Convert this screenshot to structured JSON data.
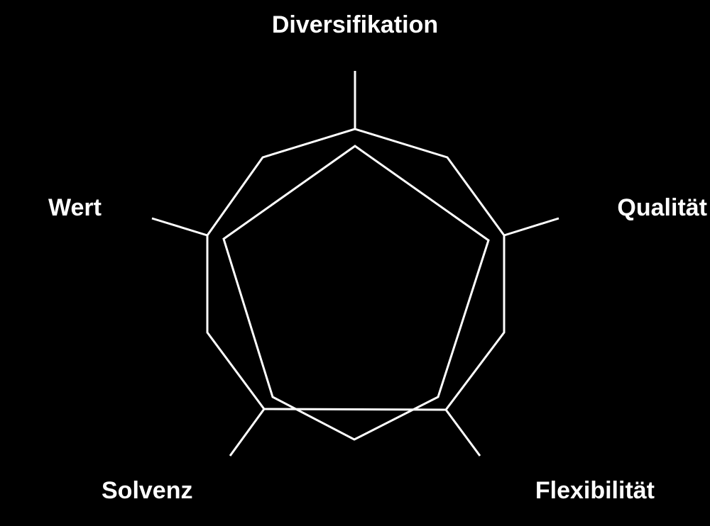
{
  "chart_data": {
    "type": "radar",
    "title": "",
    "background_color": "#000000",
    "line_color": "#ffffff",
    "grid": true,
    "legend": false,
    "categories": [
      "Diversifikation",
      "Qualität",
      "Flexibilität",
      "Solvenz",
      "Wert"
    ],
    "series": [
      {
        "name": "",
        "values": [
          0.9,
          0.86,
          0.8,
          0.86,
          0.88
        ]
      }
    ],
    "axis_label_color": "#ffffff",
    "grid_polygon_points": "500,182 630,222 710,332 710,469 628,578 372,577 292,469 292,332 370,222",
    "data_polygon_points": "500,206 688,339 617,560 499,620 384,560 315,337",
    "axis_spokes": [
      {
        "name": "diversifikation-spoke",
        "x1": 500,
        "y1": 182,
        "x2": 500,
        "y2": 100
      },
      {
        "name": "qualitaet-spoke",
        "x1": 710,
        "y1": 332,
        "x2": 787,
        "y2": 308
      },
      {
        "name": "flexibilitaet-spoke",
        "x1": 628,
        "y1": 578,
        "x2": 676,
        "y2": 643
      },
      {
        "name": "solvenz-spoke",
        "x1": 372,
        "y1": 577,
        "x2": 324,
        "y2": 643
      },
      {
        "name": "wert-spoke",
        "x1": 292,
        "y1": 332,
        "x2": 214,
        "y2": 308
      }
    ]
  },
  "labels": {
    "diversifikation": "Diversifikation",
    "qualitaet": "Qualität",
    "flexibilitaet": "Flexibilität",
    "solvenz": "Solvenz",
    "wert": "Wert"
  }
}
